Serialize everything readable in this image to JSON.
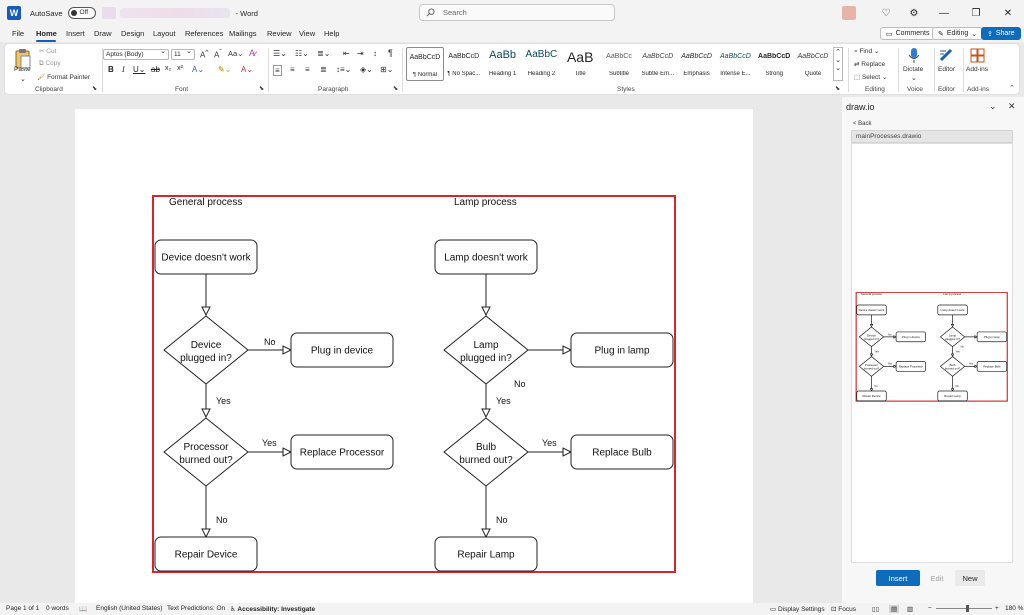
{
  "titlebar": {
    "autosave_label": "AutoSave",
    "autosave_state": "Off",
    "app_name": "Word",
    "search_placeholder": "Search"
  },
  "menu": {
    "tabs": [
      "File",
      "Home",
      "Insert",
      "Draw",
      "Design",
      "Layout",
      "References",
      "Mailings",
      "Review",
      "View",
      "Help"
    ],
    "active": "Home",
    "comments_label": "Comments",
    "editing_label": "Editing",
    "share_label": "Share"
  },
  "ribbon": {
    "clipboard": {
      "paste": "Paste",
      "cut": "Cut",
      "copy": "Copy",
      "format_painter": "Format Painter",
      "label": "Clipboard"
    },
    "font": {
      "name": "Aptos (Body)",
      "size": "11",
      "label": "Font"
    },
    "paragraph": {
      "label": "Paragraph"
    },
    "styles": {
      "label": "Styles",
      "items": [
        {
          "preview": "AaBbCcD",
          "name": "¶ Normal"
        },
        {
          "preview": "AaBbCcD",
          "name": "¶ No Spac..."
        },
        {
          "preview": "AaBb",
          "name": "Heading 1"
        },
        {
          "preview": "AaBbC",
          "name": "Heading 2"
        },
        {
          "preview": "AaB",
          "name": "Title"
        },
        {
          "preview": "AaBbCc",
          "name": "Subtitle"
        },
        {
          "preview": "AaBbCcD",
          "name": "Subtle Em..."
        },
        {
          "preview": "AaBbCcD",
          "name": "Emphasis"
        },
        {
          "preview": "AaBbCcD",
          "name": "Intense E..."
        },
        {
          "preview": "AaBbCcD",
          "name": "Strong"
        },
        {
          "preview": "AaBbCcD",
          "name": "Quote"
        }
      ]
    },
    "editing": {
      "find": "Find",
      "replace": "Replace",
      "select": "Select",
      "label": "Editing"
    },
    "voice": {
      "dictate": "Dictate",
      "label": "Voice"
    },
    "editor": {
      "editor": "Editor",
      "label": "Editor"
    },
    "addins": {
      "addins": "Add-ins",
      "label": "Add-ins"
    }
  },
  "diagram": {
    "general": {
      "title": "General process",
      "start": "Device doesn't work",
      "q1": [
        "Device",
        "plugged in?"
      ],
      "a1": "Plug in device",
      "q2": [
        "Processor",
        "burned out?"
      ],
      "a2": "Replace Processor",
      "end": "Repair Device"
    },
    "lamp": {
      "title": "Lamp process",
      "start": "Lamp doesn't work",
      "q1": [
        "Lamp",
        "plugged in?"
      ],
      "a1": "Plug in lamp",
      "q2": [
        "Bulb",
        "burned out?"
      ],
      "a2": "Replace Bulb",
      "end": "Repair Lamp"
    },
    "labels": {
      "no": "No",
      "yes": "Yes"
    },
    "border_color": "#d6262d"
  },
  "pane": {
    "title": "draw.io",
    "back": "< Back",
    "file": "mainProcesses.drawio",
    "insert": "Insert",
    "edit": "Edit",
    "new": "New",
    "accent": "#0f6cbd"
  },
  "status": {
    "page": "Page 1 of 1",
    "words": "0 words",
    "language": "English (United States)",
    "predictions": "Text Predictions: On",
    "accessibility": "Accessibility: Investigate",
    "display_settings": "Display Settings",
    "focus": "Focus",
    "zoom": "180 %"
  }
}
